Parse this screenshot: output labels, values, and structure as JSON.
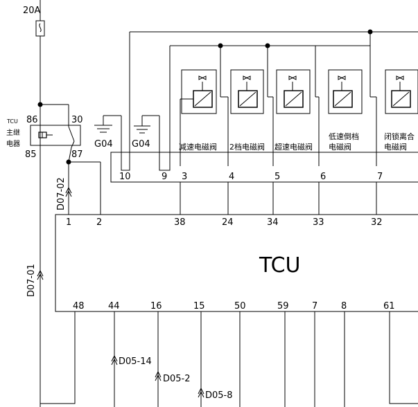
{
  "fuse": {
    "label": "20A"
  },
  "relay": {
    "line1": "TCU",
    "line2": "主继",
    "line3": "电器",
    "pin_86": "86",
    "pin_30": "30",
    "pin_85": "85",
    "pin_87": "87"
  },
  "grounds": [
    "G04",
    "G04"
  ],
  "wires": {
    "d07_02": "D07-02",
    "d07_01": "D07-01",
    "d05_14": "D05-14",
    "d05_2": "D05-2",
    "d05_8": "D05-8"
  },
  "valves": [
    {
      "line1": "减速电磁阀",
      "line2": ""
    },
    {
      "line1": "2档电磁阀",
      "line2": ""
    },
    {
      "line1": "超速电磁阀",
      "line2": ""
    },
    {
      "line1": "低速倒档",
      "line2": "电磁阀"
    },
    {
      "line1": "闭锁离合",
      "line2": "电磁阀"
    }
  ],
  "connector_pins": [
    "10",
    "9",
    "3",
    "4",
    "5",
    "6",
    "7"
  ],
  "tcu": {
    "label": "TCU",
    "top_pins": [
      "1",
      "2",
      "38",
      "24",
      "34",
      "33",
      "32"
    ],
    "bottom_pins": [
      "48",
      "44",
      "16",
      "15",
      "50",
      "59",
      "7",
      "8",
      "61"
    ]
  }
}
